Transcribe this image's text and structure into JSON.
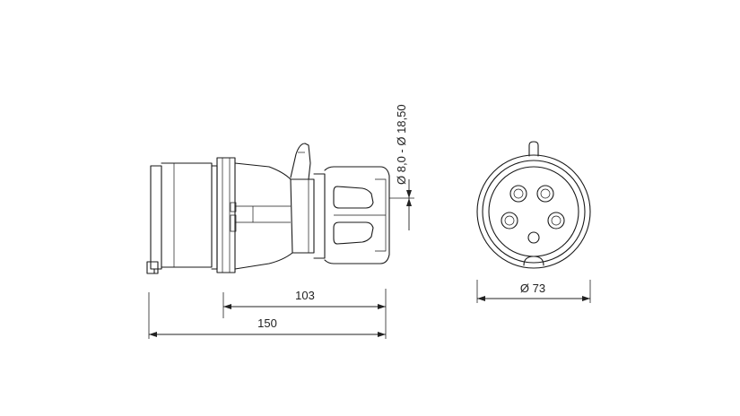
{
  "dimensions": {
    "length_103": "103",
    "length_150": "150",
    "diameter_73": "Ø 73",
    "cable_range": "Ø 8,0 - Ø 18,50"
  }
}
